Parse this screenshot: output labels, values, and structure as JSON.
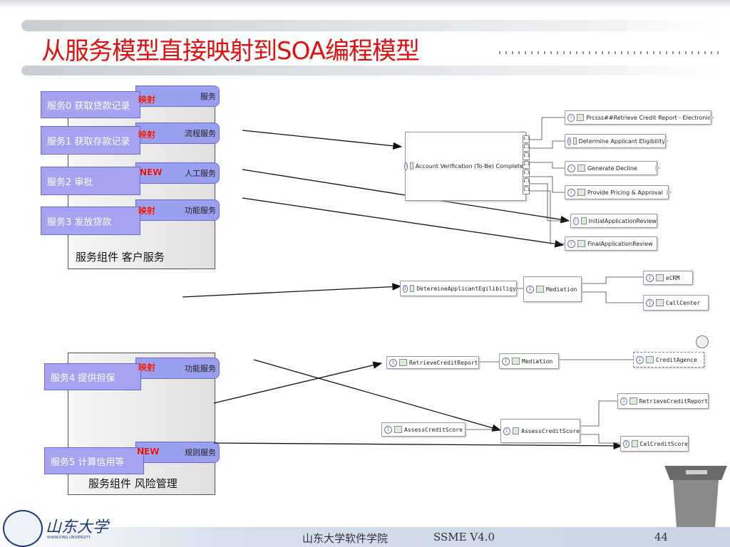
{
  "slide": {
    "title": "从服务模型直接映射到SOA编程模型",
    "page_number": "44"
  },
  "component1": {
    "label": "服务组件 客户服务",
    "services": [
      {
        "name": "服务0 获取贷款记录",
        "mapping": "映射",
        "type": "服务"
      },
      {
        "name": "服务1 获取存款记录",
        "mapping": "映射",
        "type": "流程服务"
      },
      {
        "name": "服务2 审批",
        "mapping": "NEW",
        "type": "人工服务"
      },
      {
        "name": "服务3 发放贷款",
        "mapping": "映射",
        "type": "功能服务"
      }
    ]
  },
  "component2": {
    "label": "服务组件 风险管理",
    "services": [
      {
        "name": "服务4 提供担保",
        "mapping": "映射",
        "type": "功能服务"
      },
      {
        "name": "服务5 计算信用等",
        "mapping": "NEW",
        "type": "规则服务"
      }
    ]
  },
  "diagram1": {
    "main": "Account Verification (To-Be) Complete",
    "targets": [
      "Prcsss##Retrieve Credit Report - Electronic",
      "Determine Applicant Eligibility",
      "Generate Decline",
      "Provide Pricing & Approval",
      "InitialApplicationReview",
      "FinalApplicationReview"
    ],
    "ports": [
      "1..1",
      "1..1",
      "1..1",
      "1..1",
      "1..1",
      "1..1",
      "1..1"
    ]
  },
  "diagram2": {
    "source": "DetermineApplicantEgilibiligy",
    "mediation": "Mediation",
    "targets": [
      "eCRM",
      "CallCenter"
    ]
  },
  "diagram3": {
    "source": "RetrieveCreditReport",
    "mediation": "Mediation",
    "target": "CreditAgence"
  },
  "diagram4": {
    "source": "AssessCreditScore",
    "main": "AssessCreditScore",
    "targets": [
      "RetrieveCreditReport",
      "CalCreditScore"
    ]
  },
  "footer": {
    "school": "山东大学软件学院",
    "version": "SSME V4.0",
    "logo_text": "山东大学",
    "logo_sub": "SHANDONG UNIVERSITY"
  },
  "colors": {
    "title": "#e01010",
    "service_box": "#a3a3f0",
    "arrow": "#111111"
  }
}
